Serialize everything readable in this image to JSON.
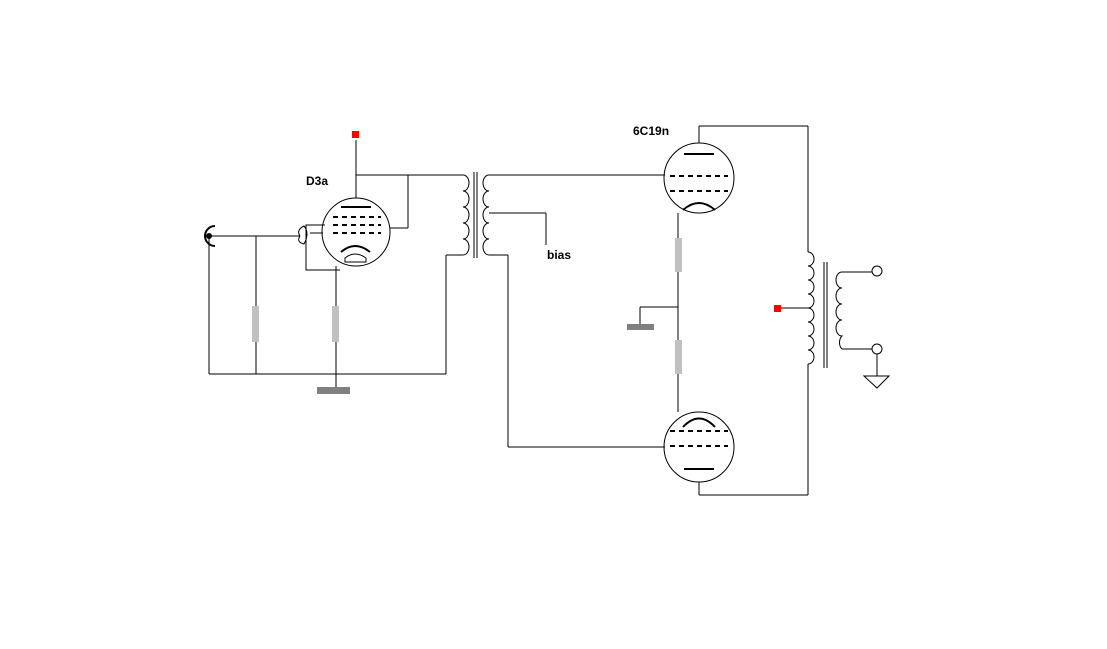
{
  "labels": {
    "driver_tube": "D3a",
    "output_tube": "6C19n",
    "bias": "bias"
  },
  "colors": {
    "wire": "#000000",
    "resistor": "#c0c0c0",
    "ground_bar": "#808080",
    "supply_marker": "#ff0000",
    "background": "#ffffff"
  },
  "icons": {
    "input": "rca-jack-icon",
    "output": "output-terminal-icon",
    "ground": "ground-symbol-icon",
    "supply": "b-plus-marker-icon"
  }
}
